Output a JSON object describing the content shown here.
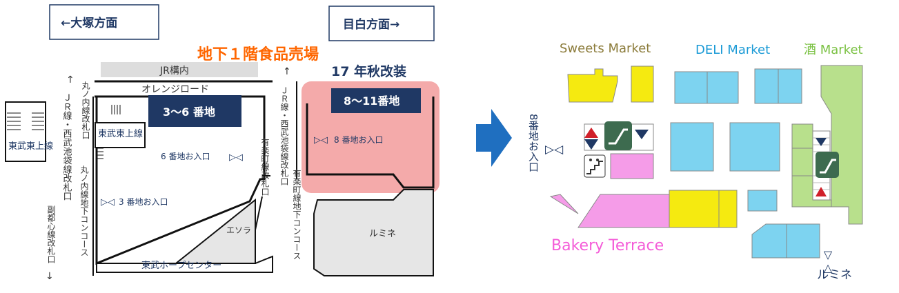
{
  "left_map": {
    "dir_left": "←大塚方面",
    "dir_right": "目白方面→",
    "floor_title": "地下１階食品売場",
    "renovation": "17 年秋改装",
    "jr_inside": "JR構内",
    "orange_road": "オレンジロード",
    "block_3_6": "3〜6 番地",
    "block_8_11": "8〜11番地",
    "tobu_tojo_line": "東武東上線",
    "tobu_tojo_small": "東武東上線",
    "marunouchi_ticket": "丸ノ内線改札口",
    "jr_seibu_ticket_left": "ＪＲ線・西武池袋線改札口",
    "fukutoshin_ticket": "副都心線改札口",
    "marunouchi_concourse": "丸ノ内線地下コンコース",
    "entrance_6": "6 番地お入口",
    "entrance_8": "8 番地お入口",
    "entrance_3": "3 番地お入口",
    "yurakucho_ticket": "有楽町線改札口",
    "jr_seibu_ticket_right": "ＪＲ線・西武池袋線改札口",
    "yurakucho_concourse": "有楽町線地下コンコース",
    "esora": "エソラ",
    "lumine": "ルミネ",
    "tobu_hope_center": "東武ホープセンター",
    "arrow_up": "↑",
    "arrow_down": "↓",
    "entrance_marker": "▷◁"
  },
  "right_map": {
    "sweets": "Sweets Market",
    "deli": "DELI Market",
    "sake": "酒 Market",
    "bakery": "Bakery Terrace",
    "entrance_8_vertical": "8番地お入口",
    "entrance_marker": "▷◁",
    "lumine": "ルミネ",
    "entrance_marker_v": "▽△"
  },
  "colors": {
    "navy": "#1f3864",
    "orange": "#ff6600",
    "pink_block": "#f4aaaa",
    "sweets": "#f5ea10",
    "deli": "#7dd3f0",
    "sake": "#b8e08c",
    "bakery": "#f59ce8",
    "arrow_blue": "#1f6fc0"
  },
  "icons": [
    "escalator-icon",
    "elevator-icon",
    "stairs-icon",
    "big-arrow-right-icon"
  ]
}
